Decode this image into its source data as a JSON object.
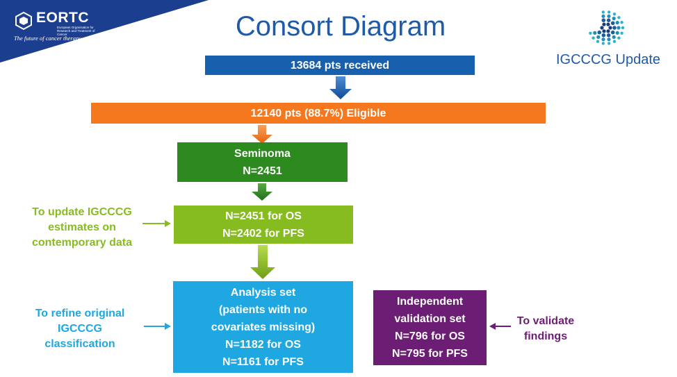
{
  "header": {
    "org_logo_text": "EORTC",
    "org_logo_small": "European Organisation for Research and Treatment of Cancer",
    "org_tagline": "The future of cancer therapy",
    "title": "Consort Diagram",
    "side_logo_label": "IGCCCG Update"
  },
  "flow": {
    "received": "13684 pts received",
    "eligible": "12140 pts (88.7%) Eligible",
    "seminoma": [
      "Seminoma",
      "N=2451"
    ],
    "os_pfs": [
      "N=2451 for OS",
      "N=2402 for PFS"
    ],
    "analysis": [
      "Analysis set",
      "(patients with no",
      "covariates missing)",
      "N=1182 for OS",
      "N=1161 for PFS"
    ],
    "validation": [
      "Independent",
      "validation set",
      "N=796 for OS",
      "N=795 for PFS"
    ]
  },
  "annotations": {
    "update": [
      "To update IGCCCG",
      "estimates on",
      "contemporary data"
    ],
    "refine": [
      "To refine original",
      "IGCCCG",
      "classification"
    ],
    "validate": [
      "To validate",
      "findings"
    ]
  },
  "colors": {
    "received": "#1760ad",
    "eligible": "#f5781f",
    "seminoma": "#2d8a1f",
    "os_pfs": "#86bc1f",
    "analysis": "#1ea7e1",
    "validation": "#6b1e73",
    "title": "#1f5aa8"
  }
}
